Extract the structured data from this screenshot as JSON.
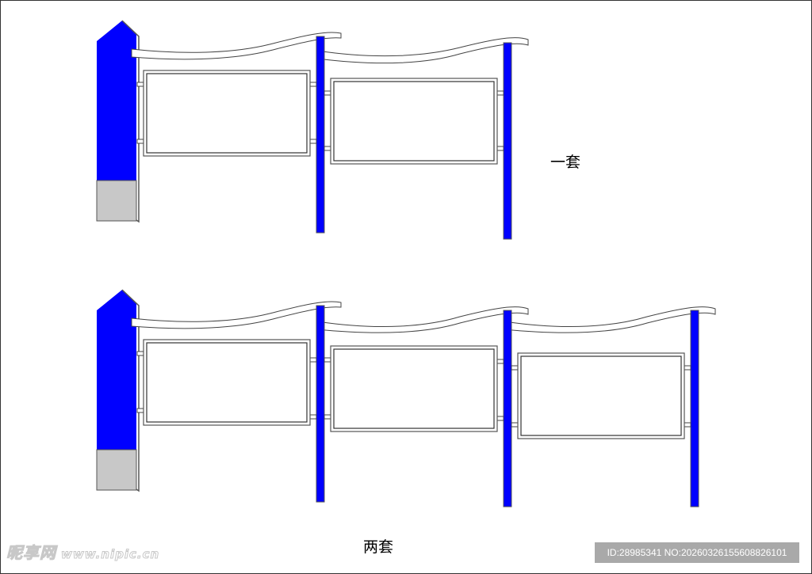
{
  "diagram": {
    "title_set_one": "一套",
    "title_set_two": "两套",
    "colors": {
      "post_blue": "#0000ff",
      "base_gray": "#c8c8c8",
      "outline": "#333333",
      "board_fill": "#ffffff"
    },
    "sets": [
      {
        "name": "set-one",
        "label": "一套",
        "boards": 2,
        "posts": 3
      },
      {
        "name": "set-two",
        "label": "两套",
        "boards": 3,
        "posts": 4
      }
    ]
  },
  "watermark": {
    "site_name": "昵享网",
    "url": "www.nipic.cn"
  },
  "id_badge": {
    "text": "ID:28985341 NO:20260326155608826101"
  }
}
